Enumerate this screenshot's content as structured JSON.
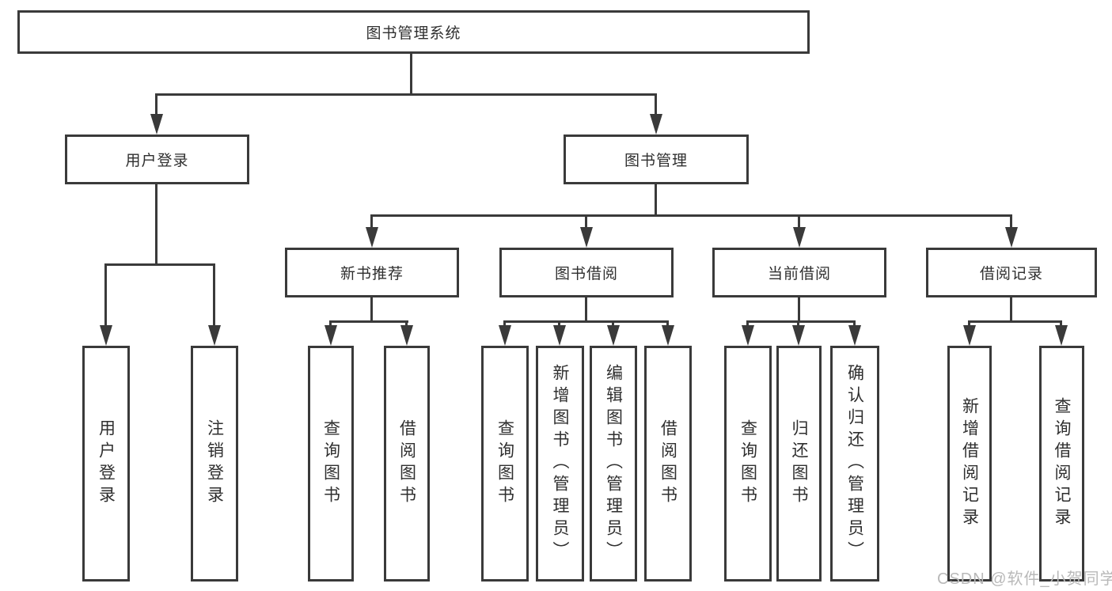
{
  "tree": {
    "root": {
      "label": "图书管理系统"
    },
    "branches": [
      {
        "label": "用户登录",
        "children": [
          {
            "label": "用户登录"
          },
          {
            "label": "注销登录"
          }
        ]
      },
      {
        "label": "图书管理",
        "children": [
          {
            "label": "新书推荐",
            "children": [
              {
                "label": "查询图书"
              },
              {
                "label": "借阅图书"
              }
            ]
          },
          {
            "label": "图书借阅",
            "children": [
              {
                "label": "查询图书"
              },
              {
                "label": "新增图书（管理员）"
              },
              {
                "label": "编辑图书（管理员）"
              },
              {
                "label": "借阅图书"
              }
            ]
          },
          {
            "label": "当前借阅",
            "children": [
              {
                "label": "查询图书"
              },
              {
                "label": "归还图书"
              },
              {
                "label": "确认归还（管理员）"
              }
            ]
          },
          {
            "label": "借阅记录",
            "children": [
              {
                "label": "新增借阅记录"
              },
              {
                "label": "查询借阅记录"
              }
            ]
          }
        ]
      }
    ]
  },
  "watermark": "CSDN @软件_小贺同学"
}
